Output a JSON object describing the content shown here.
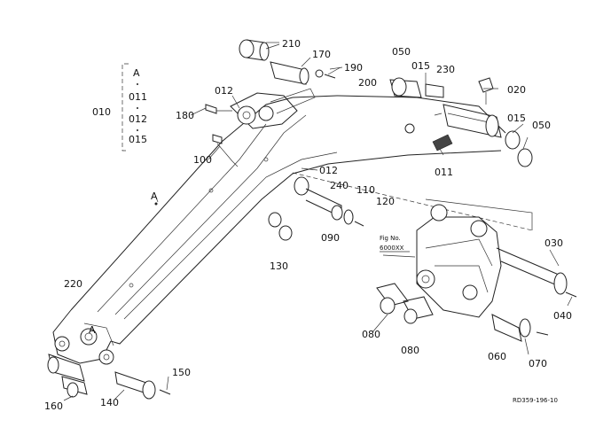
{
  "callouts": {
    "p210": "210",
    "p170": "170",
    "p190": "190",
    "p200": "200",
    "p050a": "050",
    "p015a": "015",
    "p230": "230",
    "p020": "020",
    "p015b": "015",
    "p050b": "050",
    "p012a": "012",
    "p180": "180",
    "p100": "100",
    "p012b": "012",
    "p011": "011",
    "p240": "240",
    "p110": "110",
    "p120": "120",
    "p090": "090",
    "p130": "130",
    "p030": "030",
    "p040": "040",
    "p220": "220",
    "p080a": "080",
    "p080b": "080",
    "p060": "060",
    "p070": "070",
    "p150": "150",
    "p160": "160",
    "p140": "140",
    "pA_boom": "A",
    "pA_end": "A"
  },
  "legend": {
    "group": "010",
    "items": [
      "A",
      "011",
      "012",
      "015"
    ]
  },
  "figref": {
    "line1": "Fig No.",
    "line2": "6000XX"
  },
  "drawing_code": "RD359-196-10"
}
